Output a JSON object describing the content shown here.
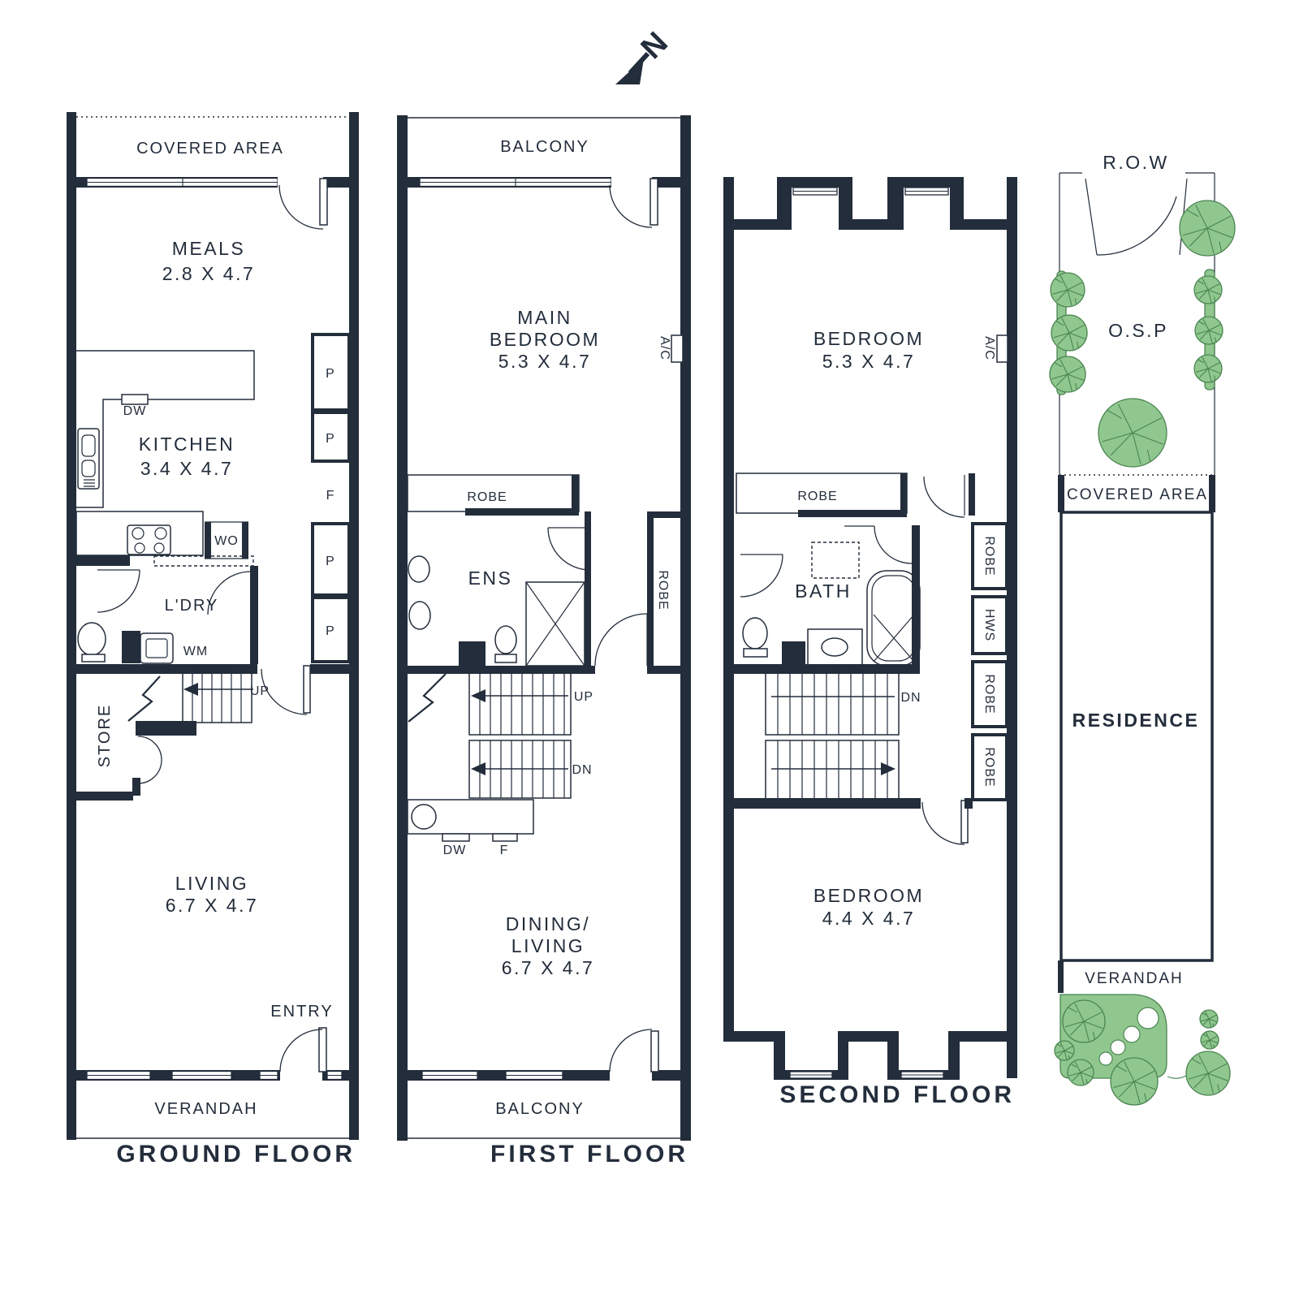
{
  "north_arrow": "N",
  "colors": {
    "wall": "#232d3b",
    "tree_fill": "#90c78f",
    "tree_stroke": "#4a8551"
  },
  "floors": {
    "ground": {
      "title": "GROUND FLOOR",
      "covered_area": "COVERED AREA",
      "meals": "MEALS",
      "meals_dims": "2.8 X 4.7",
      "kitchen": "KITCHEN",
      "kitchen_dims": "3.4 X 4.7",
      "dw": "DW",
      "wo": "WO",
      "laundry": "L'DRY",
      "wm": "WM",
      "cupboards": [
        "P",
        "P",
        "F",
        "P",
        "P"
      ],
      "store": "STORE",
      "up": "UP",
      "living": "LIVING",
      "living_dims": "6.7 X 4.7",
      "entry": "ENTRY",
      "verandah": "VERANDAH"
    },
    "first": {
      "title": "FIRST FLOOR",
      "balcony_top": "BALCONY",
      "main_bedroom_1": "MAIN",
      "main_bedroom_2": "BEDROOM",
      "main_bedroom_dims": "5.3 X 4.7",
      "ac": "A/C",
      "robe_top": "ROBE",
      "ens": "ENS",
      "robe_side": "ROBE",
      "up": "UP",
      "dn": "DN",
      "dw": "DW",
      "fridge": "F",
      "dining_1": "DINING/",
      "dining_2": "LIVING",
      "dining_dims": "6.7 X 4.7",
      "balcony_bottom": "BALCONY"
    },
    "second": {
      "title": "SECOND FLOOR",
      "bedroom_top": "BEDROOM",
      "bedroom_top_dims": "5.3 X 4.7",
      "ac": "A/C",
      "robe_top": "ROBE",
      "bath": "BATH",
      "side_cupboards": [
        "ROBE",
        "HWS",
        "ROBE",
        "ROBE"
      ],
      "dn": "DN",
      "bedroom_bottom": "BEDROOM",
      "bedroom_bottom_dims": "4.4 X 4.7"
    }
  },
  "site": {
    "row": "R.O.W",
    "osp": "O.S.P",
    "covered_area": "COVERED AREA",
    "residence": "RESIDENCE",
    "verandah": "VERANDAH"
  }
}
